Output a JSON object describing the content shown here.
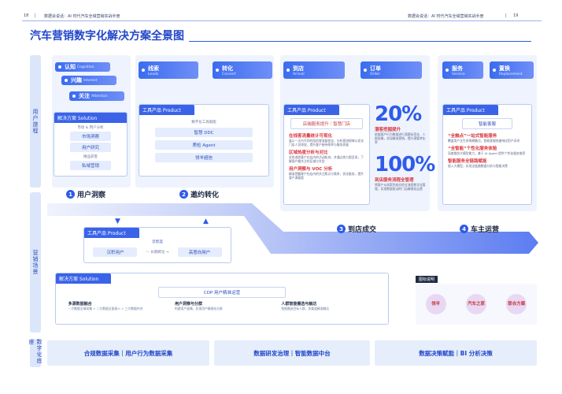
{
  "header": {
    "left_page": "18",
    "left_sep": "|",
    "left_title": "数据会说话：AI 时代汽车全域营销实战手册",
    "right_title": "数据会说话：AI 时代汽车全域营销实战手册",
    "right_sep": "|",
    "right_page": "19"
  },
  "title": "汽车营销数字化解决方案全景图",
  "side_labels": [
    "用户旅程",
    "营销场景",
    "数字化底座"
  ],
  "journey": {
    "cognition": {
      "cn": "认知",
      "en": "Cognition"
    },
    "interest": {
      "cn": "兴趣",
      "en": "Interest"
    },
    "attention": {
      "cn": "关注",
      "en": "Attention"
    },
    "leads": {
      "cn": "线索",
      "en": "Leads"
    },
    "convert": {
      "cn": "转化",
      "en": "Convert"
    },
    "arrival": {
      "cn": "到店",
      "en": "Arrival"
    },
    "order": {
      "cn": "订单",
      "en": "Order"
    },
    "service": {
      "cn": "服务",
      "en": "Service"
    },
    "replacement": {
      "cn": "置换",
      "en": "Replacement"
    }
  },
  "solution1": {
    "head": "解决方案 Solution",
    "sub1": "市场 & 用户分析",
    "items1": [
      "市场洞察",
      "用户研究"
    ],
    "sub2": "精品获客",
    "items2": [
      "私域营销"
    ]
  },
  "tool1": {
    "head": "工具产品 Product",
    "sub": "数字化工具赋能",
    "items": [
      "智慧 DDC",
      "质检 Agent",
      "领羊超信"
    ]
  },
  "tool2": {
    "head": "工具产品 Product",
    "banner": "店端服务提升｜智慧门店",
    "s1_title": "在线客流量统计可视化",
    "s1_desc": "展示一天内不同时段的客流量变化，分析客流规律以优化门店人员排班，提升客户接待效率与服务质量",
    "s2_title": "区域热度分析与对比",
    "s2_desc": "实时追踪客户在店内的活动轨迹，并通过热力图呈现，了解客户最关注的区域与车型",
    "s3_title": "用户洞察与 VOC 分析",
    "s3_desc": "精准把握客户在店内的关注焦点与需求，优化服务，提升客户满意度"
  },
  "stats": {
    "v1": "20%",
    "v1_title": "潜客挖掘提升",
    "v1_desc": "依据客户行为数据进行潜客标签化、人群画像，实现精准营销，提升潜客转化率",
    "v2": "100%",
    "v2_title": "到店服务流程全管理",
    "v2_desc": "将客户从线索到成交的全流程数字化管理，实现数据驱动的门店精细化运营"
  },
  "tool3": {
    "head": "工具产品 Product",
    "banner": "智能客服",
    "s1_title": "“全触点”一站式智能服务",
    "s1_desc": "覆盖用户全生命周期触点，智能客服快速响应用户诉求",
    "s2_title": "“全智能”个性化服务体验",
    "s2_desc": "深度融合大模型能力，基于 AI Agent 提供个性化服务推荐",
    "s3_title": "智能服务全链路赋能",
    "s3_desc": "接入大模型，实现全链路数据分析与智能决策"
  },
  "stages": {
    "s1": "用户洞察",
    "s2": "邀约转化",
    "s3": "到店成交",
    "s4": "车主运营"
  },
  "tool4": {
    "head": "工具产品 Product",
    "banner": "云智选",
    "left": "沉积用户",
    "mid": "— 长期孵化 →",
    "right": "高意向用户"
  },
  "solution2": {
    "head": "解决方案 Solution",
    "banner": "CDP 用户精准运营",
    "c1_title": "多源数据融合",
    "c1_desc": "一方数据全域采集 + 二方数据全面接入 + 三方数据补充",
    "c2_title": "用户洞察与分群",
    "c2_desc": "构建用户画像，实现用户精细化分群",
    "c3_title": "人群智能圈选与触达",
    "c3_desc": "智能圈选目标人群，多渠道精准触达"
  },
  "legend": {
    "title": "图标说明",
    "items": [
      "领羊",
      "汽车之家",
      "联合方案"
    ]
  },
  "bottom": [
    "合规数据采集｜用户行为数据采集",
    "数据研发治理｜智能数据中台",
    "数据决策赋能｜BI 分析决策"
  ],
  "colors": {
    "brand": "#2f5bea",
    "accent_red": "#d9363e",
    "zone_bg": "#eef3fd"
  }
}
